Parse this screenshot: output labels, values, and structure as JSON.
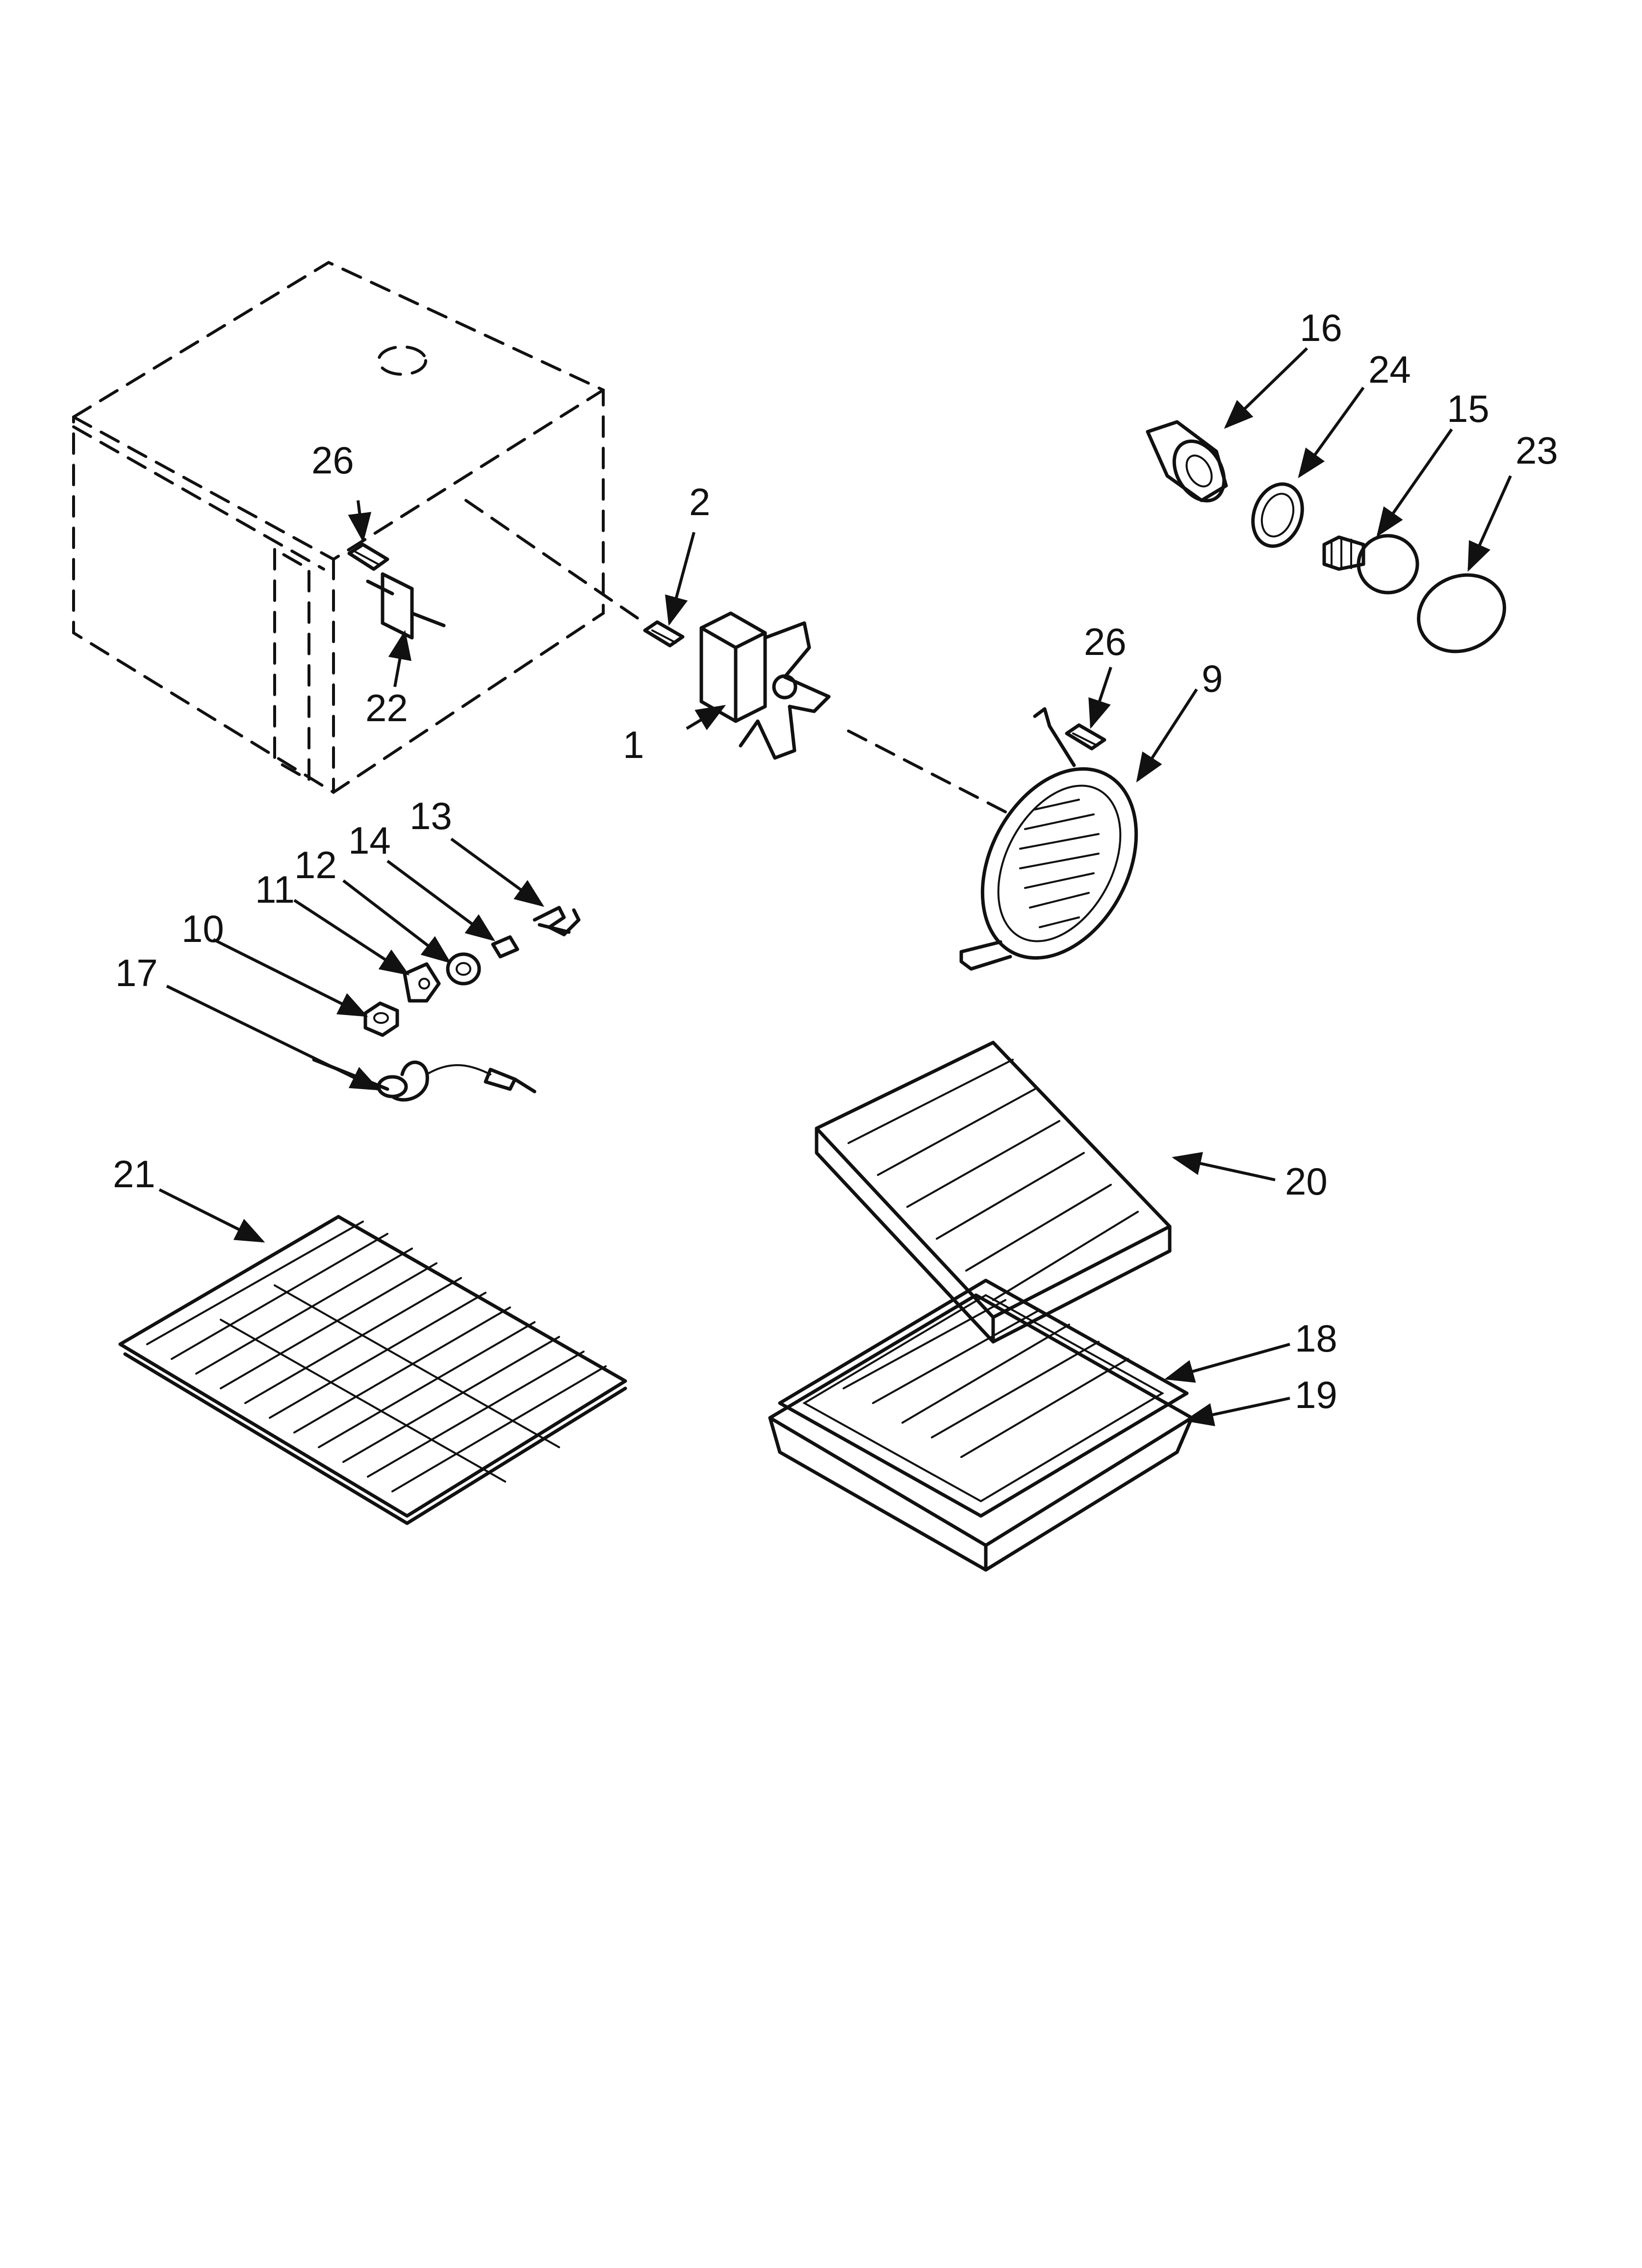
{
  "callouts": {
    "c1": "1",
    "c2": "2",
    "c9": "9",
    "c10": "10",
    "c11": "11",
    "c12": "12",
    "c13": "13",
    "c14": "14",
    "c15": "15",
    "c16": "16",
    "c17": "17",
    "c18": "18",
    "c19": "19",
    "c20": "20",
    "c21": "21",
    "c22": "22",
    "c23": "23",
    "c24": "24",
    "c26a": "26",
    "c26b": "26"
  }
}
